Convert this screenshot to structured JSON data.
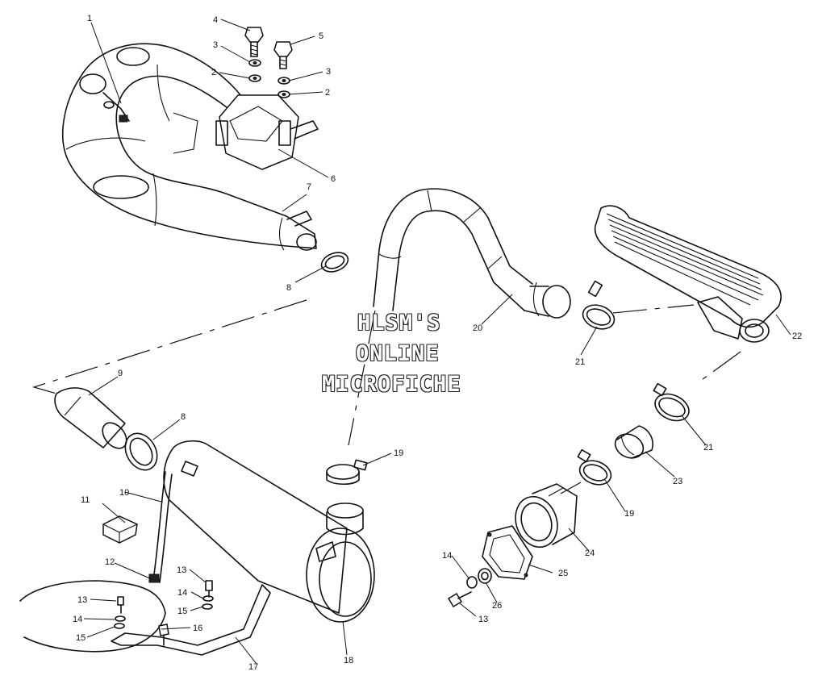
{
  "diagram": {
    "callouts": {
      "c1": "1",
      "c2a": "2",
      "c2b": "2",
      "c3a": "3",
      "c3b": "3",
      "c4": "4",
      "c5": "5",
      "c6": "6",
      "c7": "7",
      "c8a": "8",
      "c8b": "8",
      "c9": "9",
      "c10": "10",
      "c11": "11",
      "c12": "12",
      "c13a": "13",
      "c13b": "13",
      "c13c": "13",
      "c14a": "14",
      "c14b": "14",
      "c14c": "14",
      "c15a": "15",
      "c15b": "15",
      "c16": "16",
      "c17": "17",
      "c18": "18",
      "c19a": "19",
      "c19b": "19",
      "c20": "20",
      "c21a": "21",
      "c21b": "21",
      "c22": "22",
      "c23": "23",
      "c24": "24",
      "c25": "25",
      "c26": "26"
    }
  },
  "watermark": {
    "line1": "HLSM'S",
    "line2": "ONLINE",
    "line3": "MICROFICHE"
  }
}
